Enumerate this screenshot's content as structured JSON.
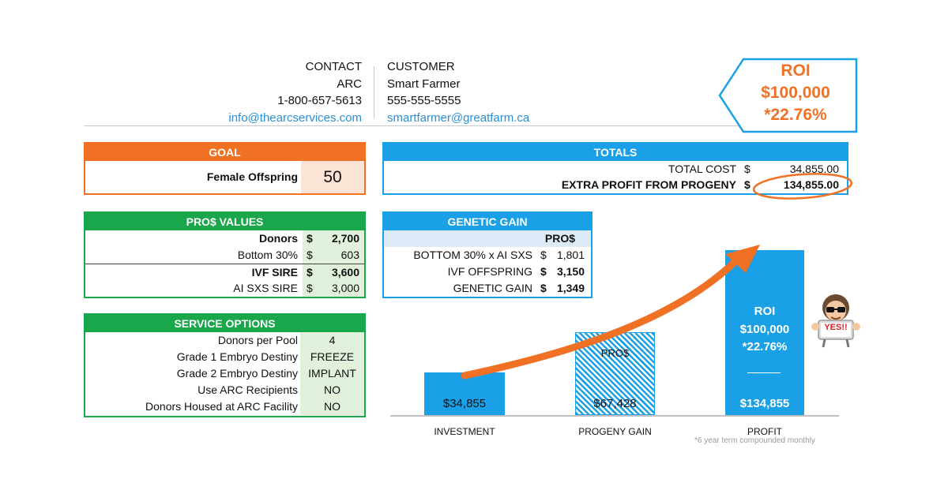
{
  "contact": {
    "heading": "CONTACT",
    "company": "ARC",
    "phone": "1-800-657-5613",
    "email": "info@thearcservices.com"
  },
  "customer": {
    "heading": "CUSTOMER",
    "name": "Smart Farmer",
    "phone": "555-555-5555",
    "email": "smartfarmer@greatfarm.ca"
  },
  "roi_badge": {
    "title": "ROI",
    "amount": "$100,000",
    "percent": "*22.76%"
  },
  "goal": {
    "header": "GOAL",
    "label": "Female Offspring",
    "value": "50"
  },
  "totals": {
    "header": "TOTALS",
    "rows": [
      {
        "label": "TOTAL COST",
        "currency": "$",
        "value": "34,855.00"
      },
      {
        "label": "EXTRA PROFIT FROM PROGENY",
        "currency": "$",
        "value": "134,855.00"
      }
    ]
  },
  "pros_values": {
    "header": "PRO$ VALUES",
    "rows": [
      {
        "label": "Donors",
        "currency": "$",
        "value": "2,700"
      },
      {
        "label": "Bottom 30%",
        "currency": "$",
        "value": "603"
      },
      {
        "label": "IVF SIRE",
        "currency": "$",
        "value": "3,600"
      },
      {
        "label": "AI SXS SIRE",
        "currency": "$",
        "value": "3,000"
      }
    ]
  },
  "genetic_gain": {
    "header": "GENETIC GAIN",
    "column_header": "PRO$",
    "rows": [
      {
        "label": "BOTTOM 30% x AI SXS",
        "currency": "$",
        "value": "1,801"
      },
      {
        "label": "IVF OFFSPRING",
        "currency": "$",
        "value": "3,150"
      },
      {
        "label": "GENETIC GAIN",
        "currency": "$",
        "value": "1,349"
      }
    ]
  },
  "service_options": {
    "header": "SERVICE OPTIONS",
    "rows": [
      {
        "label": "Donors per Pool",
        "value": "4"
      },
      {
        "label": "Grade 1 Embryo Destiny",
        "value": "FREEZE"
      },
      {
        "label": "Grade 2 Embryo Destiny",
        "value": "IMPLANT"
      },
      {
        "label": "Use ARC Recipients",
        "value": "NO"
      },
      {
        "label": "Donors Housed at ARC Facility",
        "value": "NO"
      }
    ]
  },
  "chart_data": {
    "type": "bar",
    "categories": [
      "INVESTMENT",
      "PROGENY GAIN",
      "PROFIT"
    ],
    "values": [
      34855,
      67428,
      134855
    ],
    "value_labels": [
      "$34,855",
      "$67,428",
      "$134,855"
    ],
    "bar_annotations": {
      "progeny_gain": "PRO$",
      "profit_title": "ROI",
      "profit_amount": "$100,000",
      "profit_percent": "*22.76%"
    },
    "footnote": "*6 year term compounded monthly",
    "sticker_text": "YES!!",
    "colors": {
      "bar": "#1aa0e6",
      "arrow": "#f07124",
      "accent": "#f07124"
    }
  }
}
